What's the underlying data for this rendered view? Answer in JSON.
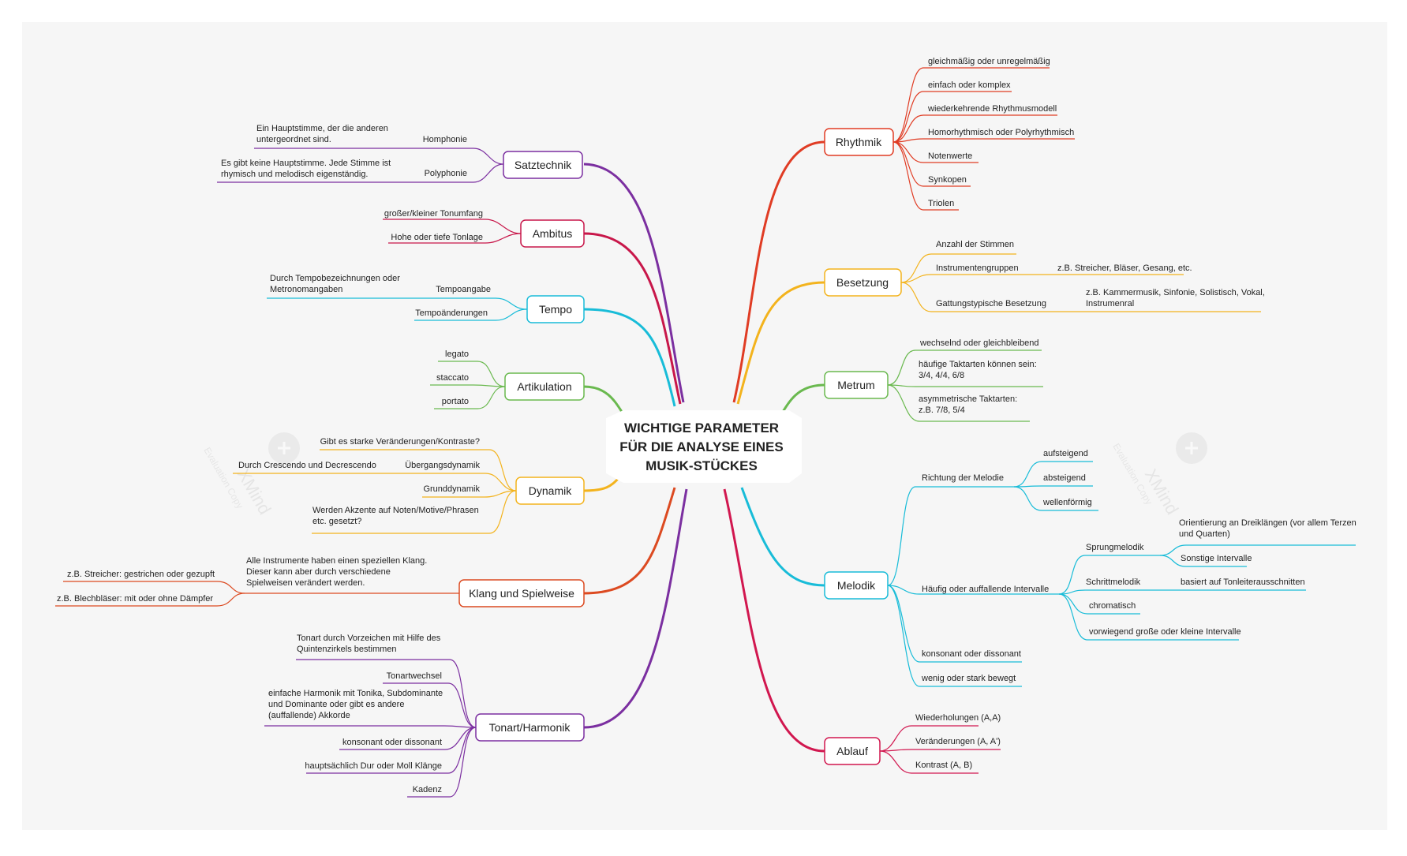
{
  "diagram": {
    "root": {
      "lines": [
        "WICHTIGE PARAMETER",
        "FÜR DIE ANALYSE EINES",
        "MUSIK-STÜCKES"
      ]
    },
    "colors": {
      "purple": "#7b2fa0",
      "crimson": "#c8174a",
      "cyan": "#18bcd8",
      "green": "#6ab94f",
      "yellow": "#f3b31d",
      "orange": "#dc4a21",
      "red": "#e03c24",
      "pink": "#d1174f"
    },
    "branches": [
      {
        "label": "Satztechnik",
        "color": "#7b2fa0",
        "side": "left",
        "children": [
          {
            "label": "Homphonie",
            "detail": [
              "Ein Hauptstimme, der die anderen",
              "untergeordnet sind."
            ]
          },
          {
            "label": "Polyphonie",
            "detail": [
              "Es gibt keine Hauptstimme. Jede Stimme ist",
              "rhymisch und melodisch eigenständig."
            ]
          }
        ]
      },
      {
        "label": "Ambitus",
        "color": "#c8174a",
        "side": "left",
        "children": [
          {
            "label": "großer/kleiner Tonumfang"
          },
          {
            "label": "Hohe oder tiefe Tonlage"
          }
        ]
      },
      {
        "label": "Tempo",
        "color": "#18bcd8",
        "side": "left",
        "children": [
          {
            "label": "Tempoangabe",
            "detail": [
              "Durch Tempobezeichnungen oder",
              "Metronomangaben"
            ]
          },
          {
            "label": "Tempoänderungen"
          }
        ]
      },
      {
        "label": "Artikulation",
        "color": "#6ab94f",
        "side": "left",
        "children": [
          {
            "label": "legato"
          },
          {
            "label": "staccato"
          },
          {
            "label": "portato"
          }
        ]
      },
      {
        "label": "Dynamik",
        "color": "#f3b31d",
        "side": "left",
        "children": [
          {
            "label": "Gibt es starke Veränderungen/Kontraste?"
          },
          {
            "label": "Übergangsdynamik",
            "detail": [
              "Durch Crescendo und Decrescendo"
            ]
          },
          {
            "label": "Grunddynamik"
          },
          {
            "label": "Werden Akzente auf Noten/Motive/Phrasen etc. gesetzt?"
          }
        ]
      },
      {
        "label": "Klang und Spielweise",
        "color": "#dc4a21",
        "side": "left",
        "children": [
          {
            "label": "Alle Instrumente haben einen speziellen Klang. Dieser kann aber durch verschiedene Spielweisen verändert werden.",
            "sub": [
              "z.B. Streicher: gestrichen oder gezupft",
              "z.B. Blechbläser: mit oder ohne Dämpfer"
            ]
          }
        ]
      },
      {
        "label": "Tonart/Harmonik",
        "color": "#7b2fa0",
        "side": "left",
        "children": [
          {
            "label": "Tonart durch Vorzeichen mit Hilfe des Quintenzirkels bestimmen"
          },
          {
            "label": "Tonartwechsel"
          },
          {
            "label": "einfache Harmonik mit Tonika, Subdominante und Dominante oder gibt es andere (auffallende) Akkorde"
          },
          {
            "label": "konsonant oder dissonant"
          },
          {
            "label": "hauptsächlich Dur oder Moll Klänge"
          },
          {
            "label": "Kadenz"
          }
        ]
      },
      {
        "label": "Rhythmik",
        "color": "#e03c24",
        "side": "right",
        "children": [
          {
            "label": "gleichmäßig oder unregelmäßig"
          },
          {
            "label": "einfach oder komplex"
          },
          {
            "label": "wiederkehrende Rhythmusmodell"
          },
          {
            "label": "Homorhythmisch oder Polyrhythmisch"
          },
          {
            "label": "Notenwerte"
          },
          {
            "label": "Synkopen"
          },
          {
            "label": "Triolen"
          }
        ]
      },
      {
        "label": "Besetzung",
        "color": "#f3b31d",
        "side": "right",
        "children": [
          {
            "label": "Anzahl der Stimmen"
          },
          {
            "label": "Instrumentengruppen",
            "detail": [
              "z.B. Streicher, Bläser, Gesang, etc."
            ]
          },
          {
            "label": "Gattungstypische Besetzung",
            "detail": [
              "z.B. Kammermusik, Sinfonie, Solistisch, Vokal,",
              "Instrumenral"
            ]
          }
        ]
      },
      {
        "label": "Metrum",
        "color": "#6ab94f",
        "side": "right",
        "children": [
          {
            "label": "wechselnd oder gleichbleibend"
          },
          {
            "label": "häufige Taktarten können sein: 3/4, 4/4, 6/8"
          },
          {
            "label": "asymmetrische Taktarten: z.B. 7/8, 5/4"
          }
        ]
      },
      {
        "label": "Melodik",
        "color": "#18bcd8",
        "side": "right",
        "children": [
          {
            "label": "Richtung der Melodie",
            "sub": [
              "aufsteigend",
              "absteigend",
              "wellenförmig"
            ]
          },
          {
            "label": "Häufig oder auffallende Intervalle",
            "sub": [
              "Sprungmelodik",
              "Schrittmelodik",
              "chromatisch",
              "vorwiegend große oder kleine Intervalle"
            ],
            "subsub": {
              "Sprungmelodik": [
                "Orientierung an Dreiklängen (vor allem Terzen und Quarten)",
                "Sonstige Intervalle"
              ],
              "Schrittmelodik": [
                "basiert auf Tonleiterausschnitten"
              ]
            }
          },
          {
            "label": "konsonant oder dissonant"
          },
          {
            "label": "wenig oder stark bewegt"
          }
        ]
      },
      {
        "label": "Ablauf",
        "color": "#d1174f",
        "side": "right",
        "children": [
          {
            "label": "Wiederholungen (A,A)"
          },
          {
            "label": "Veränderungen (A, A')"
          },
          {
            "label": "Kontrast (A, B)"
          }
        ]
      }
    ],
    "watermark": [
      "XMind",
      "Evaluation Copy"
    ]
  }
}
